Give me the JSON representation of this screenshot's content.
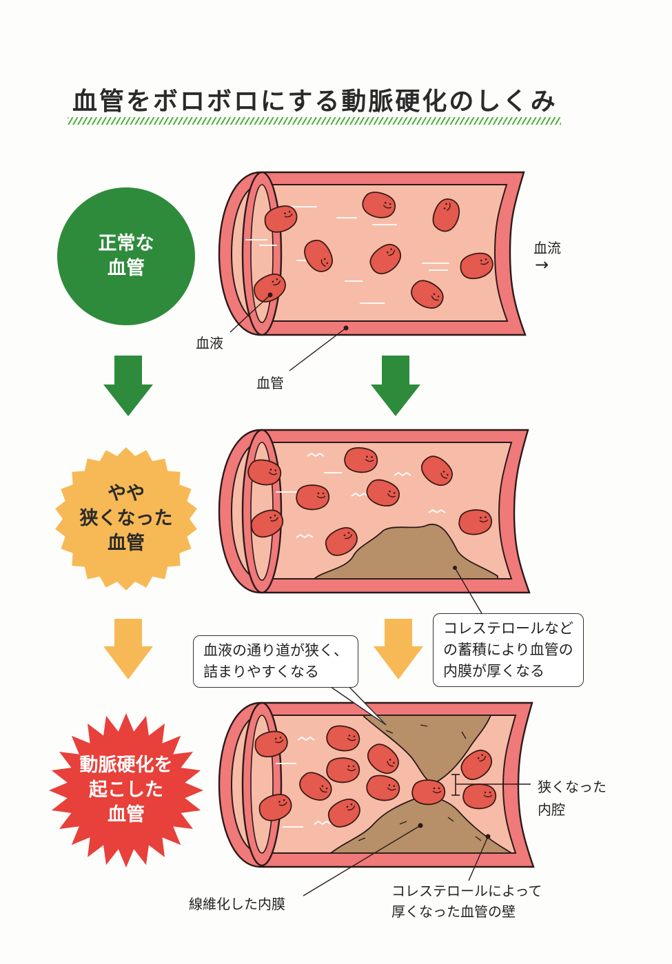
{
  "title": "血管をボロボロにする動脈硬化のしくみ",
  "stages": [
    {
      "line1": "正常な",
      "line2": "血管",
      "color": "#2e8b3c"
    },
    {
      "line1": "やや",
      "line2": "狭くなった",
      "line3": "血管",
      "color": "#f7b955"
    },
    {
      "line1": "動脈硬化を",
      "line2": "起こした",
      "line3": "血管",
      "color": "#e8403a"
    }
  ],
  "labels": {
    "blood": "血液",
    "vessel": "血管",
    "flow": "血流",
    "flow_arrow": "→",
    "narrowed_lumen_1": "狭くなった",
    "narrowed_lumen_2": "内腔",
    "fibrosis": "線維化した内膜",
    "wall_1": "コレステロールによって",
    "wall_2": "厚くなった血管の壁"
  },
  "callouts": {
    "narrow_1": "血液の通り道が狭く、",
    "narrow_2": "詰まりやすくなる",
    "chol_1": "コレステロールなど",
    "chol_2": "の蓄積により血管の",
    "chol_3": "内膜が厚くなる"
  },
  "colors": {
    "green": "#2e8b3c",
    "orange": "#f7b955",
    "red": "#e8403a",
    "vessel_wall": "#f0797a",
    "vessel_inner": "#f6bca8",
    "blood_cell": "#e45a4e",
    "plaque": "#b79069"
  }
}
